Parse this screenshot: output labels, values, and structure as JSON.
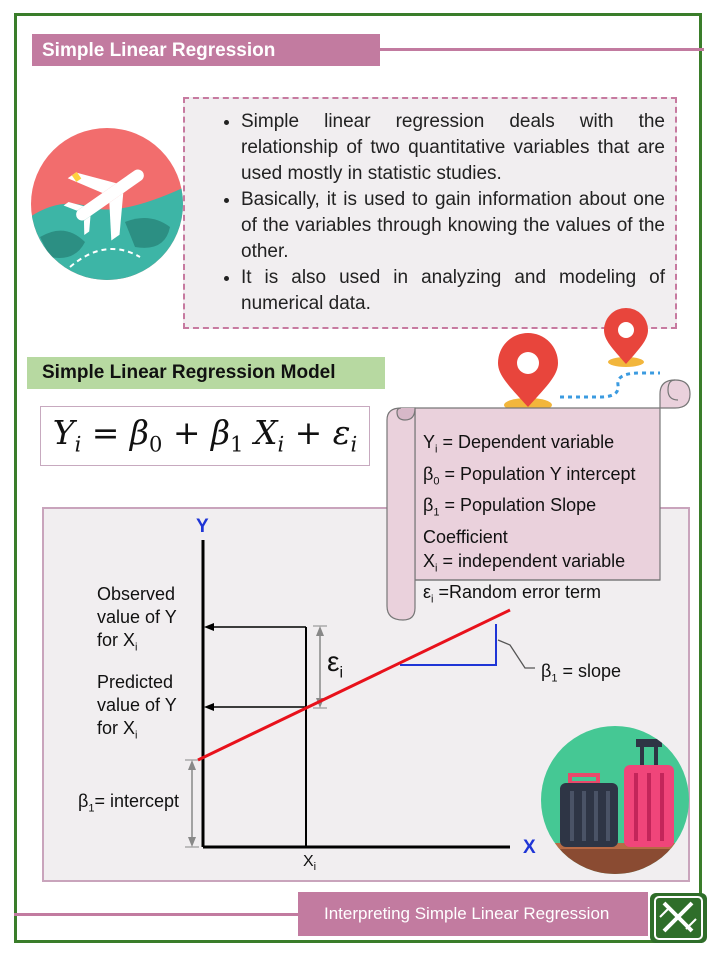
{
  "header": {
    "title": "Simple Linear Regression"
  },
  "intro": {
    "bullets": [
      "Simple linear regression deals with the relationship of two quantitative variables that are used mostly in statistic studies.",
      "Basically, it is used to gain information about one of the variables through knowing the values of the other.",
      "It is also used in analyzing and modeling of numerical data."
    ]
  },
  "model": {
    "heading": "Simple Linear Regression Model",
    "equation": "Yi = β0 + β1 Xi + εi"
  },
  "definitions": {
    "y": {
      "sym": "Y",
      "sub": "i",
      "text": " = Dependent variable"
    },
    "b0": {
      "sym": "β",
      "sub": "0",
      "text": " = Population Y intercept"
    },
    "b1": {
      "sym": "β",
      "sub": "1",
      "text": " = Population Slope"
    },
    "b1_cont": "Coefficient",
    "x": {
      "sym": "X",
      "sub": "i",
      "text": " = independent variable"
    },
    "e": {
      "sym": "ε",
      "sub": "i",
      "text": " =Random error term"
    }
  },
  "graph": {
    "y_axis": "Y",
    "x_axis": "X",
    "observed": {
      "line1": "Observed",
      "line2": "value of Y",
      "line3": "for X",
      "sub": "i"
    },
    "predicted": {
      "line1": "Predicted",
      "line2": "value of Y",
      "line3": "for X",
      "sub": "i"
    },
    "intercept": {
      "sym": "β",
      "sub": "1",
      "text": "= intercept"
    },
    "slope": {
      "sym": "β",
      "sub": "1",
      "text": " = slope"
    },
    "error": {
      "sym": "ε",
      "sub": "i"
    },
    "x_tick": {
      "sym": "X",
      "sub": "i"
    },
    "colors": {
      "regression_line": "#e8111b",
      "slope_marker": "#1f35d6",
      "axis_letters": "#1f35d6"
    }
  },
  "footer": {
    "title": "Interpreting Simple Linear Regression"
  },
  "icons": [
    "airplane-globe-icon",
    "map-pin-icon",
    "map-pin-icon",
    "luggage-icon",
    "worksheet-logo-icon"
  ],
  "colors": {
    "accent": "#c27ba0",
    "frame": "#3a7d2a",
    "tag": "#b7d9a1"
  }
}
